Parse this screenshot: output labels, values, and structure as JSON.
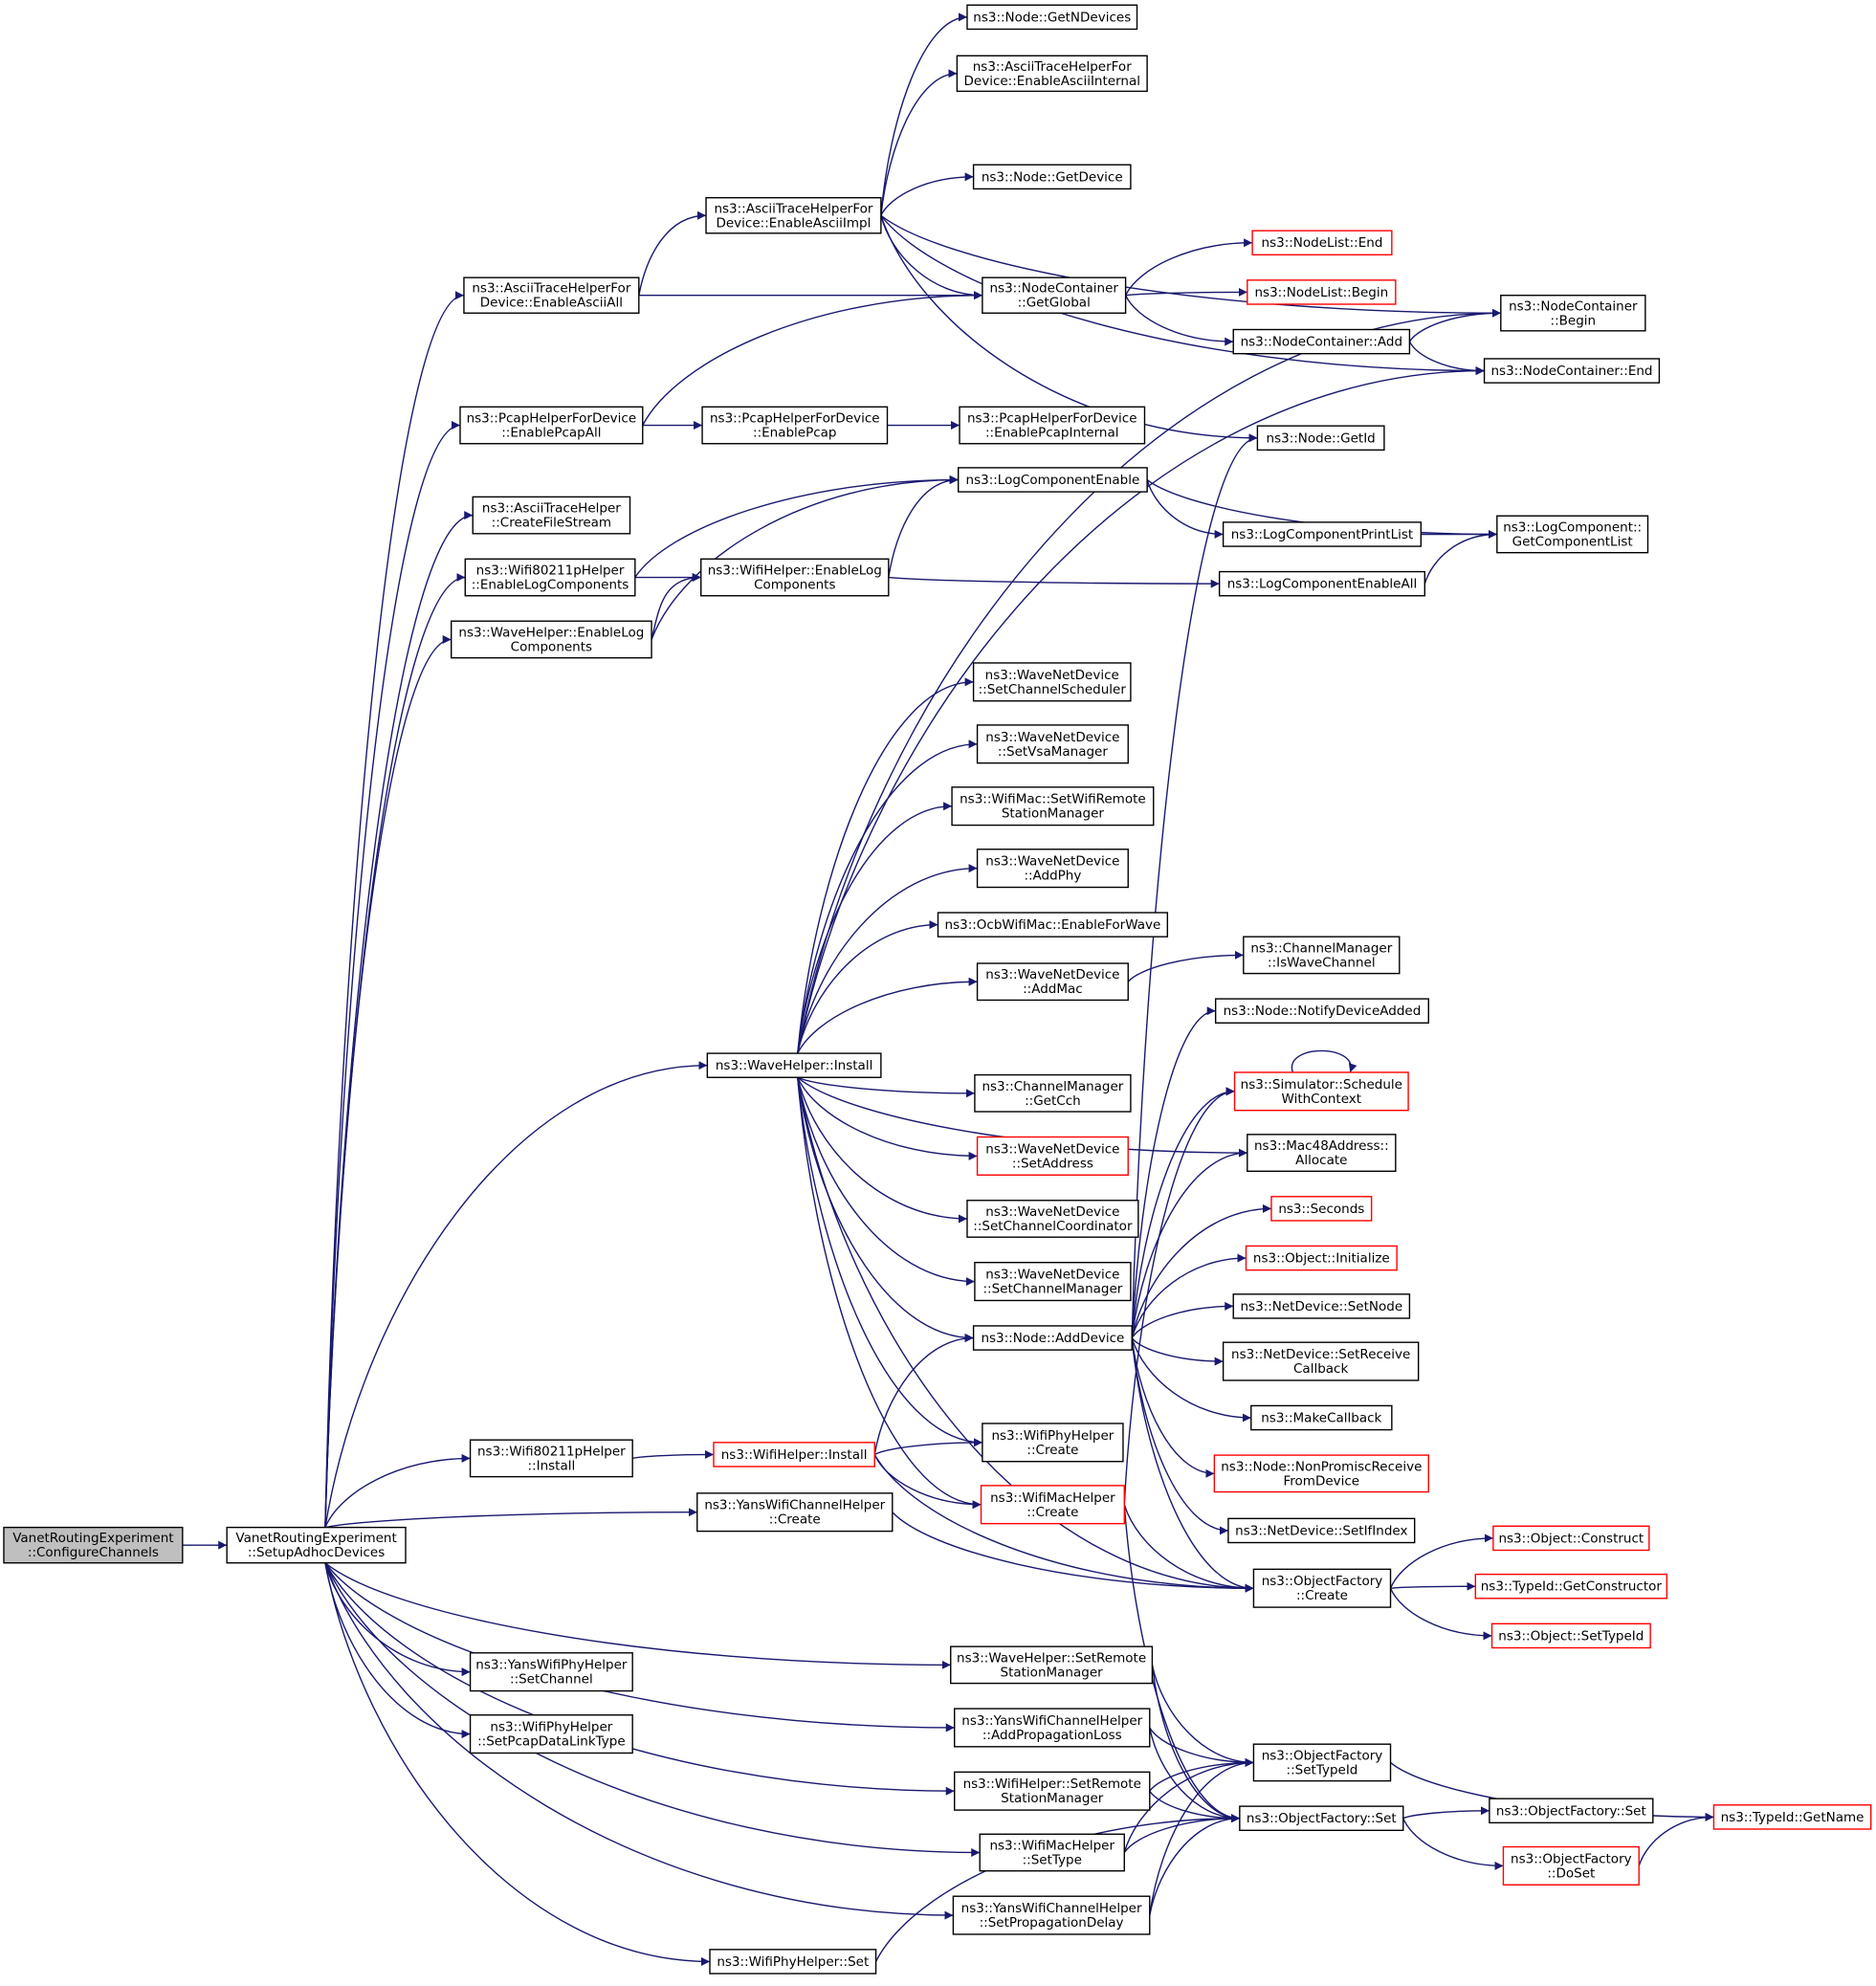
{
  "colors": {
    "edge": "#191970",
    "box_border": "#000000",
    "box_border_incomplete": "#ff0000",
    "root_fill": "#bfbfbf",
    "background": "#ffffff"
  },
  "nodes": [
    {
      "id": "root",
      "lines": [
        "VanetRoutingExperiment",
        "::ConfigureChannels"
      ]
    },
    {
      "id": "setupadhoc",
      "lines": [
        "VanetRoutingExperiment",
        "::SetupAdhocDevices"
      ]
    },
    {
      "id": "asciiall",
      "lines": [
        "ns3::AsciiTraceHelperFor",
        "Device::EnableAsciiAll"
      ]
    },
    {
      "id": "asciiimpl",
      "lines": [
        "ns3::AsciiTraceHelperFor",
        "Device::EnableAsciiImpl"
      ]
    },
    {
      "id": "getndevices",
      "lines": [
        "ns3::Node::GetNDevices"
      ]
    },
    {
      "id": "asciiinternal",
      "lines": [
        "ns3::AsciiTraceHelperFor",
        "Device::EnableAsciiInternal"
      ]
    },
    {
      "id": "getdevice",
      "lines": [
        "ns3::Node::GetDevice"
      ]
    },
    {
      "id": "nodelistend",
      "lines": [
        "ns3::NodeList::End"
      ],
      "incomplete": true
    },
    {
      "id": "nodelistbegin",
      "lines": [
        "ns3::NodeList::Begin"
      ],
      "incomplete": true
    },
    {
      "id": "getglobal",
      "lines": [
        "ns3::NodeContainer",
        "::GetGlobal"
      ]
    },
    {
      "id": "ncbegin",
      "lines": [
        "ns3::NodeContainer",
        "::Begin"
      ]
    },
    {
      "id": "ncadd",
      "lines": [
        "ns3::NodeContainer::Add"
      ]
    },
    {
      "id": "ncend",
      "lines": [
        "ns3::NodeContainer::End"
      ]
    },
    {
      "id": "pcapall",
      "lines": [
        "ns3::PcapHelperForDevice",
        "::EnablePcapAll"
      ]
    },
    {
      "id": "pcap",
      "lines": [
        "ns3::PcapHelperForDevice",
        "::EnablePcap"
      ]
    },
    {
      "id": "pcapinternal",
      "lines": [
        "ns3::PcapHelperForDevice",
        "::EnablePcapInternal"
      ]
    },
    {
      "id": "getid",
      "lines": [
        "ns3::Node::GetId"
      ]
    },
    {
      "id": "createfilestream",
      "lines": [
        "ns3::AsciiTraceHelper",
        "::CreateFileStream"
      ]
    },
    {
      "id": "logenable",
      "lines": [
        "ns3::LogComponentEnable"
      ]
    },
    {
      "id": "logprintlist",
      "lines": [
        "ns3::LogComponentPrintList"
      ]
    },
    {
      "id": "getcomplist",
      "lines": [
        "ns3::LogComponent::",
        "GetComponentList"
      ]
    },
    {
      "id": "w80211log",
      "lines": [
        "ns3::Wifi80211pHelper",
        "::EnableLogComponents"
      ]
    },
    {
      "id": "wifilog",
      "lines": [
        "ns3::WifiHelper::EnableLog",
        "Components"
      ]
    },
    {
      "id": "logenableall",
      "lines": [
        "ns3::LogComponentEnableAll"
      ]
    },
    {
      "id": "wavelog",
      "lines": [
        "ns3::WaveHelper::EnableLog",
        "Components"
      ]
    },
    {
      "id": "setchsched",
      "lines": [
        "ns3::WaveNetDevice",
        "::SetChannelScheduler"
      ]
    },
    {
      "id": "setvsa",
      "lines": [
        "ns3::WaveNetDevice",
        "::SetVsaManager"
      ]
    },
    {
      "id": "setwifiremote",
      "lines": [
        "ns3::WifiMac::SetWifiRemote",
        "StationManager"
      ]
    },
    {
      "id": "addphy",
      "lines": [
        "ns3::WaveNetDevice",
        "::AddPhy"
      ]
    },
    {
      "id": "enableforwave",
      "lines": [
        "ns3::OcbWifiMac::EnableForWave"
      ]
    },
    {
      "id": "addmac",
      "lines": [
        "ns3::WaveNetDevice",
        "::AddMac"
      ]
    },
    {
      "id": "iswavechannel",
      "lines": [
        "ns3::ChannelManager",
        "::IsWaveChannel"
      ]
    },
    {
      "id": "notifydevadded",
      "lines": [
        "ns3::Node::NotifyDeviceAdded"
      ]
    },
    {
      "id": "waveinstall",
      "lines": [
        "ns3::WaveHelper::Install"
      ]
    },
    {
      "id": "getcch",
      "lines": [
        "ns3::ChannelManager",
        "::GetCch"
      ]
    },
    {
      "id": "schedwithctx",
      "lines": [
        "ns3::Simulator::Schedule",
        "WithContext"
      ],
      "incomplete": true
    },
    {
      "id": "setaddress",
      "lines": [
        "ns3::WaveNetDevice",
        "::SetAddress"
      ],
      "incomplete": true
    },
    {
      "id": "macallocate",
      "lines": [
        "ns3::Mac48Address::",
        "Allocate"
      ]
    },
    {
      "id": "setchcoord",
      "lines": [
        "ns3::WaveNetDevice",
        "::SetChannelCoordinator"
      ]
    },
    {
      "id": "seconds",
      "lines": [
        "ns3::Seconds"
      ],
      "incomplete": true
    },
    {
      "id": "objinit",
      "lines": [
        "ns3::Object::Initialize"
      ],
      "incomplete": true
    },
    {
      "id": "setchmgr",
      "lines": [
        "ns3::WaveNetDevice",
        "::SetChannelManager"
      ]
    },
    {
      "id": "setnode",
      "lines": [
        "ns3::NetDevice::SetNode"
      ]
    },
    {
      "id": "adddevice",
      "lines": [
        "ns3::Node::AddDevice"
      ]
    },
    {
      "id": "setreceivecb",
      "lines": [
        "ns3::NetDevice::SetReceive",
        "Callback"
      ]
    },
    {
      "id": "makecallback",
      "lines": [
        "ns3::MakeCallback"
      ]
    },
    {
      "id": "phycreate",
      "lines": [
        "ns3::WifiPhyHelper",
        "::Create"
      ]
    },
    {
      "id": "w80211install",
      "lines": [
        "ns3::Wifi80211pHelper",
        "::Install"
      ]
    },
    {
      "id": "wifiinstall",
      "lines": [
        "ns3::WifiHelper::Install"
      ],
      "incomplete": true
    },
    {
      "id": "nonpromisc",
      "lines": [
        "ns3::Node::NonPromiscReceive",
        "FromDevice"
      ],
      "incomplete": true
    },
    {
      "id": "maccreate",
      "lines": [
        "ns3::WifiMacHelper",
        "::Create"
      ],
      "incomplete": true
    },
    {
      "id": "yanschcreate",
      "lines": [
        "ns3::YansWifiChannelHelper",
        "::Create"
      ]
    },
    {
      "id": "setifindex",
      "lines": [
        "ns3::NetDevice::SetIfIndex"
      ]
    },
    {
      "id": "objconstruct",
      "lines": [
        "ns3::Object::Construct"
      ],
      "incomplete": true
    },
    {
      "id": "ofcreate",
      "lines": [
        "ns3::ObjectFactory",
        "::Create"
      ]
    },
    {
      "id": "getconstructor",
      "lines": [
        "ns3::TypeId::GetConstructor"
      ],
      "incomplete": true
    },
    {
      "id": "objsettypeid",
      "lines": [
        "ns3::Object::SetTypeId"
      ],
      "incomplete": true
    },
    {
      "id": "wavesetremote",
      "lines": [
        "ns3::WaveHelper::SetRemote",
        "StationManager"
      ]
    },
    {
      "id": "yansphysetch",
      "lines": [
        "ns3::YansWifiPhyHelper",
        "::SetChannel"
      ]
    },
    {
      "id": "addproploss",
      "lines": [
        "ns3::YansWifiChannelHelper",
        "::AddPropagationLoss"
      ]
    },
    {
      "id": "setpcapdlt",
      "lines": [
        "ns3::WifiPhyHelper",
        "::SetPcapDataLinkType"
      ]
    },
    {
      "id": "ofsettypeid",
      "lines": [
        "ns3::ObjectFactory",
        "::SetTypeId"
      ]
    },
    {
      "id": "wifisetremote",
      "lines": [
        "ns3::WifiHelper::SetRemote",
        "StationManager"
      ]
    },
    {
      "id": "ofset",
      "lines": [
        "ns3::ObjectFactory::Set"
      ]
    },
    {
      "id": "ofset2",
      "lines": [
        "ns3::ObjectFactory::Set"
      ]
    },
    {
      "id": "typeidgetname",
      "lines": [
        "ns3::TypeId::GetName"
      ],
      "incomplete": true
    },
    {
      "id": "macsettype",
      "lines": [
        "ns3::WifiMacHelper",
        "::SetType"
      ]
    },
    {
      "id": "ofdoset",
      "lines": [
        "ns3::ObjectFactory",
        "::DoSet"
      ],
      "incomplete": true
    },
    {
      "id": "setpropdelay",
      "lines": [
        "ns3::YansWifiChannelHelper",
        "::SetPropagationDelay"
      ]
    },
    {
      "id": "physet",
      "lines": [
        "ns3::WifiPhyHelper::Set"
      ]
    }
  ],
  "edges": [
    [
      "root",
      "setupadhoc"
    ],
    [
      "setupadhoc",
      "asciiall"
    ],
    [
      "setupadhoc",
      "pcapall"
    ],
    [
      "setupadhoc",
      "createfilestream"
    ],
    [
      "setupadhoc",
      "w80211log"
    ],
    [
      "setupadhoc",
      "wavelog"
    ],
    [
      "setupadhoc",
      "waveinstall"
    ],
    [
      "setupadhoc",
      "w80211install"
    ],
    [
      "setupadhoc",
      "yanschcreate"
    ],
    [
      "setupadhoc",
      "wavesetremote"
    ],
    [
      "setupadhoc",
      "addproploss"
    ],
    [
      "setupadhoc",
      "yansphysetch"
    ],
    [
      "setupadhoc",
      "setpcapdlt"
    ],
    [
      "setupadhoc",
      "wifisetremote"
    ],
    [
      "setupadhoc",
      "macsettype"
    ],
    [
      "setupadhoc",
      "setpropdelay"
    ],
    [
      "setupadhoc",
      "physet"
    ],
    [
      "asciiall",
      "asciiimpl"
    ],
    [
      "asciiall",
      "getglobal"
    ],
    [
      "asciiimpl",
      "getndevices"
    ],
    [
      "asciiimpl",
      "asciiinternal"
    ],
    [
      "asciiimpl",
      "getdevice"
    ],
    [
      "asciiimpl",
      "ncbegin"
    ],
    [
      "asciiimpl",
      "ncend"
    ],
    [
      "asciiimpl",
      "getglobal"
    ],
    [
      "asciiimpl",
      "getid"
    ],
    [
      "getglobal",
      "nodelistend"
    ],
    [
      "getglobal",
      "nodelistbegin"
    ],
    [
      "getglobal",
      "ncadd"
    ],
    [
      "ncadd",
      "ncbegin"
    ],
    [
      "ncadd",
      "ncend"
    ],
    [
      "pcapall",
      "getglobal"
    ],
    [
      "pcapall",
      "pcap"
    ],
    [
      "pcap",
      "pcapinternal"
    ],
    [
      "w80211log",
      "logenable"
    ],
    [
      "w80211log",
      "wifilog"
    ],
    [
      "wifilog",
      "logenable"
    ],
    [
      "wifilog",
      "logenableall"
    ],
    [
      "wavelog",
      "wifilog"
    ],
    [
      "wavelog",
      "logenable"
    ],
    [
      "logenable",
      "getcomplist"
    ],
    [
      "logenable",
      "logprintlist"
    ],
    [
      "logprintlist",
      "getcomplist"
    ],
    [
      "logenableall",
      "getcomplist"
    ],
    [
      "waveinstall",
      "ncbegin"
    ],
    [
      "waveinstall",
      "ncend"
    ],
    [
      "waveinstall",
      "setchsched"
    ],
    [
      "waveinstall",
      "setvsa"
    ],
    [
      "waveinstall",
      "setwifiremote"
    ],
    [
      "waveinstall",
      "addphy"
    ],
    [
      "waveinstall",
      "enableforwave"
    ],
    [
      "waveinstall",
      "addmac"
    ],
    [
      "waveinstall",
      "macallocate"
    ],
    [
      "waveinstall",
      "getcch"
    ],
    [
      "waveinstall",
      "setaddress"
    ],
    [
      "waveinstall",
      "setchcoord"
    ],
    [
      "waveinstall",
      "setchmgr"
    ],
    [
      "waveinstall",
      "adddevice"
    ],
    [
      "waveinstall",
      "phycreate"
    ],
    [
      "waveinstall",
      "maccreate"
    ],
    [
      "waveinstall",
      "ofcreate"
    ],
    [
      "addmac",
      "iswavechannel"
    ],
    [
      "adddevice",
      "getid"
    ],
    [
      "adddevice",
      "notifydevadded"
    ],
    [
      "adddevice",
      "schedwithctx"
    ],
    [
      "adddevice",
      "macallocate"
    ],
    [
      "adddevice",
      "seconds"
    ],
    [
      "adddevice",
      "objinit"
    ],
    [
      "adddevice",
      "setnode"
    ],
    [
      "adddevice",
      "setreceivecb"
    ],
    [
      "adddevice",
      "makecallback"
    ],
    [
      "adddevice",
      "nonpromisc"
    ],
    [
      "adddevice",
      "setifindex"
    ],
    [
      "adddevice",
      "ofcreate"
    ],
    [
      "schedwithctx",
      "schedwithctx"
    ],
    [
      "w80211install",
      "wifiinstall"
    ],
    [
      "wifiinstall",
      "adddevice"
    ],
    [
      "wifiinstall",
      "phycreate"
    ],
    [
      "wifiinstall",
      "maccreate"
    ],
    [
      "wifiinstall",
      "ofcreate"
    ],
    [
      "maccreate",
      "schedwithctx"
    ],
    [
      "maccreate",
      "ofcreate"
    ],
    [
      "maccreate",
      "ofset"
    ],
    [
      "yanschcreate",
      "ofcreate"
    ],
    [
      "ofcreate",
      "objconstruct"
    ],
    [
      "ofcreate",
      "getconstructor"
    ],
    [
      "ofcreate",
      "objsettypeid"
    ],
    [
      "wavesetremote",
      "ofsettypeid"
    ],
    [
      "wavesetremote",
      "ofset"
    ],
    [
      "addproploss",
      "ofsettypeid"
    ],
    [
      "addproploss",
      "ofset"
    ],
    [
      "wifisetremote",
      "ofsettypeid"
    ],
    [
      "wifisetremote",
      "ofset"
    ],
    [
      "macsettype",
      "ofsettypeid"
    ],
    [
      "macsettype",
      "ofset"
    ],
    [
      "setpropdelay",
      "ofsettypeid"
    ],
    [
      "setpropdelay",
      "ofset"
    ],
    [
      "physet",
      "ofset"
    ],
    [
      "ofsettypeid",
      "typeidgetname"
    ],
    [
      "ofset",
      "ofset2"
    ],
    [
      "ofset",
      "ofdoset"
    ],
    [
      "ofdoset",
      "typeidgetname"
    ]
  ]
}
